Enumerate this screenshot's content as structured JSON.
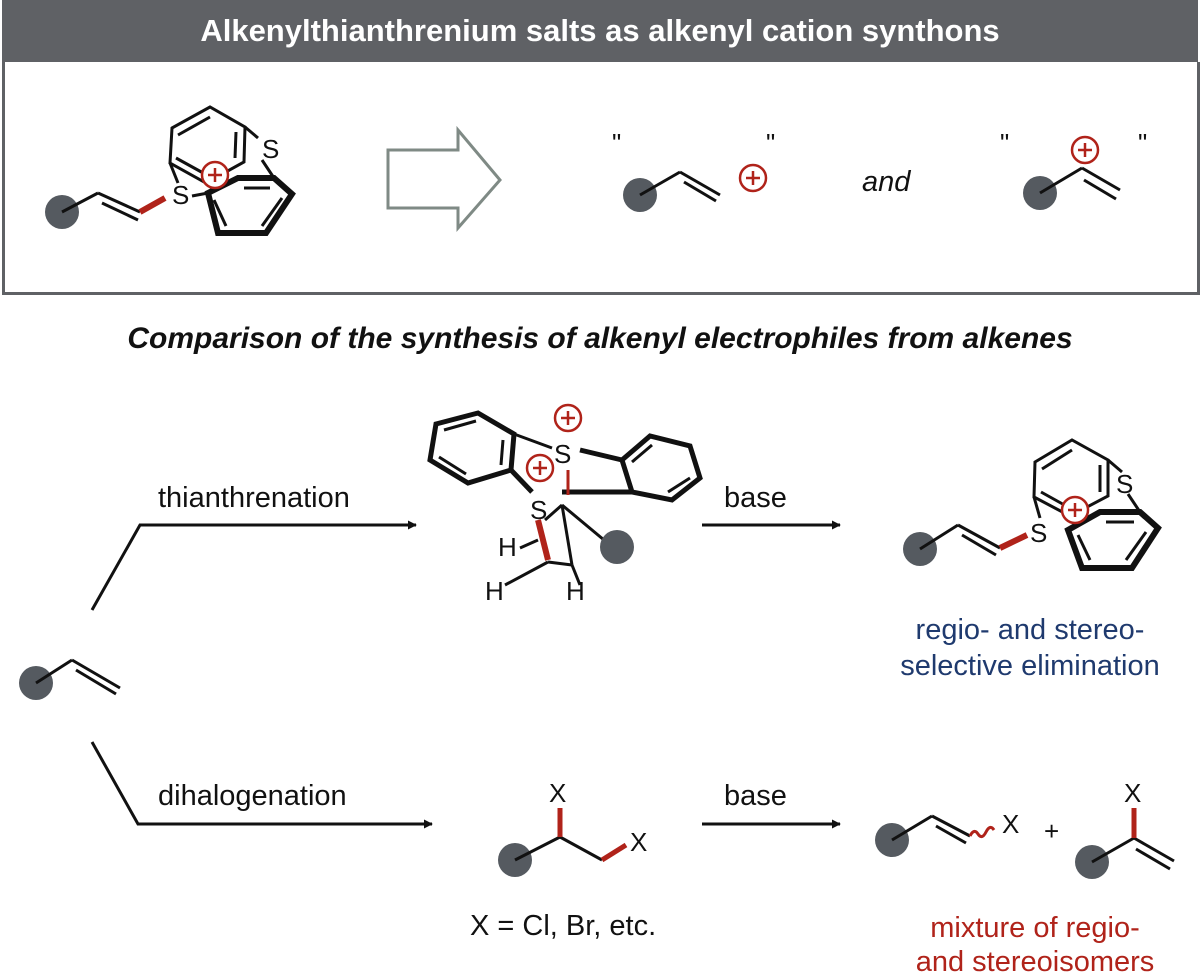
{
  "header": {
    "title": "Alkenylthianthrenium salts as alkenyl cation synthons"
  },
  "top": {
    "and_text": "and",
    "quote_char": "\""
  },
  "section": {
    "title": "Comparison of the synthesis of alkenyl electrophiles from alkenes"
  },
  "atoms": {
    "sulfur": "S",
    "hydrogen": "H",
    "halogen": "X",
    "plus": "+"
  },
  "route_top": {
    "step1_label": "thianthrenation",
    "step2_label": "base",
    "outcome_line1": "regio- and stereo-",
    "outcome_line2": "selective elimination"
  },
  "route_bottom": {
    "step1_label": "dihalogenation",
    "step2_label": "base",
    "x_definition": "X = Cl, Br, etc.",
    "outcome_line1": "mixture of regio-",
    "outcome_line2": "and stereoisomers"
  },
  "colors": {
    "header_bg": "#5f6165",
    "dot": "#555a60",
    "highlight": "#b0231a",
    "blue_text": "#1f3a6e"
  }
}
